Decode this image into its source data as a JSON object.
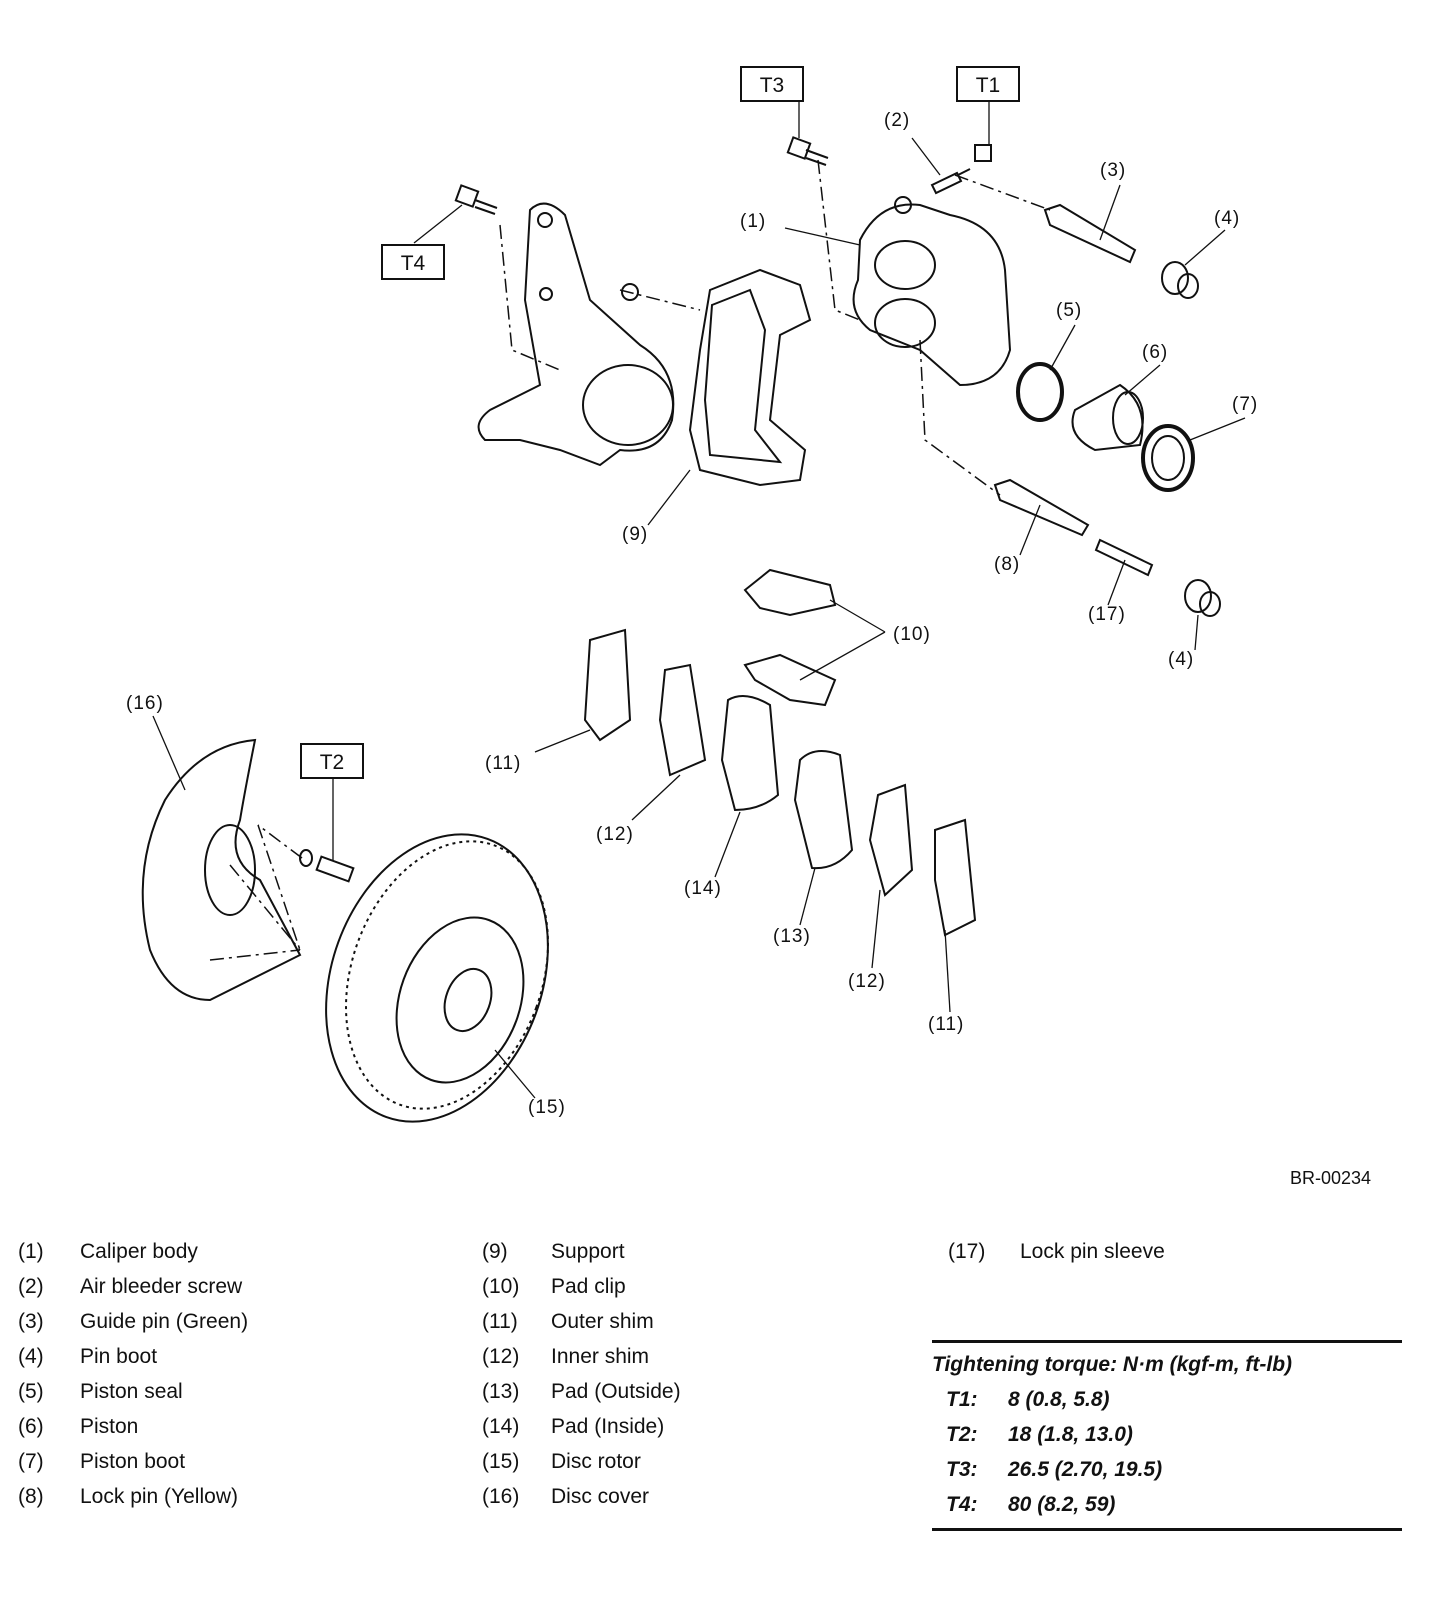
{
  "diagram_code": "BR-00234",
  "torque_tags": {
    "t1": "T1",
    "t2": "T2",
    "t3": "T3",
    "t4": "T4"
  },
  "callouts": {
    "c1": "(1)",
    "c2": "(2)",
    "c3": "(3)",
    "c4a": "(4)",
    "c4b": "(4)",
    "c5": "(5)",
    "c6": "(6)",
    "c7": "(7)",
    "c8": "(8)",
    "c9": "(9)",
    "c10": "(10)",
    "c11a": "(11)",
    "c11b": "(11)",
    "c12a": "(12)",
    "c12b": "(12)",
    "c13": "(13)",
    "c14": "(14)",
    "c15": "(15)",
    "c16": "(16)",
    "c17": "(17)"
  },
  "legend": [
    {
      "num": "(1)",
      "name": "Caliper body"
    },
    {
      "num": "(2)",
      "name": "Air bleeder screw"
    },
    {
      "num": "(3)",
      "name": "Guide pin (Green)"
    },
    {
      "num": "(4)",
      "name": "Pin boot"
    },
    {
      "num": "(5)",
      "name": "Piston seal"
    },
    {
      "num": "(6)",
      "name": "Piston"
    },
    {
      "num": "(7)",
      "name": "Piston boot"
    },
    {
      "num": "(8)",
      "name": "Lock pin (Yellow)"
    },
    {
      "num": "(9)",
      "name": "Support"
    },
    {
      "num": "(10)",
      "name": "Pad clip"
    },
    {
      "num": "(11)",
      "name": "Outer shim"
    },
    {
      "num": "(12)",
      "name": "Inner shim"
    },
    {
      "num": "(13)",
      "name": "Pad (Outside)"
    },
    {
      "num": "(14)",
      "name": "Pad (Inside)"
    },
    {
      "num": "(15)",
      "name": "Disc rotor"
    },
    {
      "num": "(16)",
      "name": "Disc cover"
    },
    {
      "num": "(17)",
      "name": "Lock pin sleeve"
    }
  ],
  "torque": {
    "title": "Tightening torque: N·m (kgf-m, ft-lb)",
    "rows": [
      {
        "key": "T1:",
        "value": "8 (0.8, 5.8)"
      },
      {
        "key": "T2:",
        "value": "18 (1.8, 13.0)"
      },
      {
        "key": "T3:",
        "value": "26.5 (2.70, 19.5)"
      },
      {
        "key": "T4:",
        "value": "80 (8.2, 59)"
      }
    ]
  }
}
